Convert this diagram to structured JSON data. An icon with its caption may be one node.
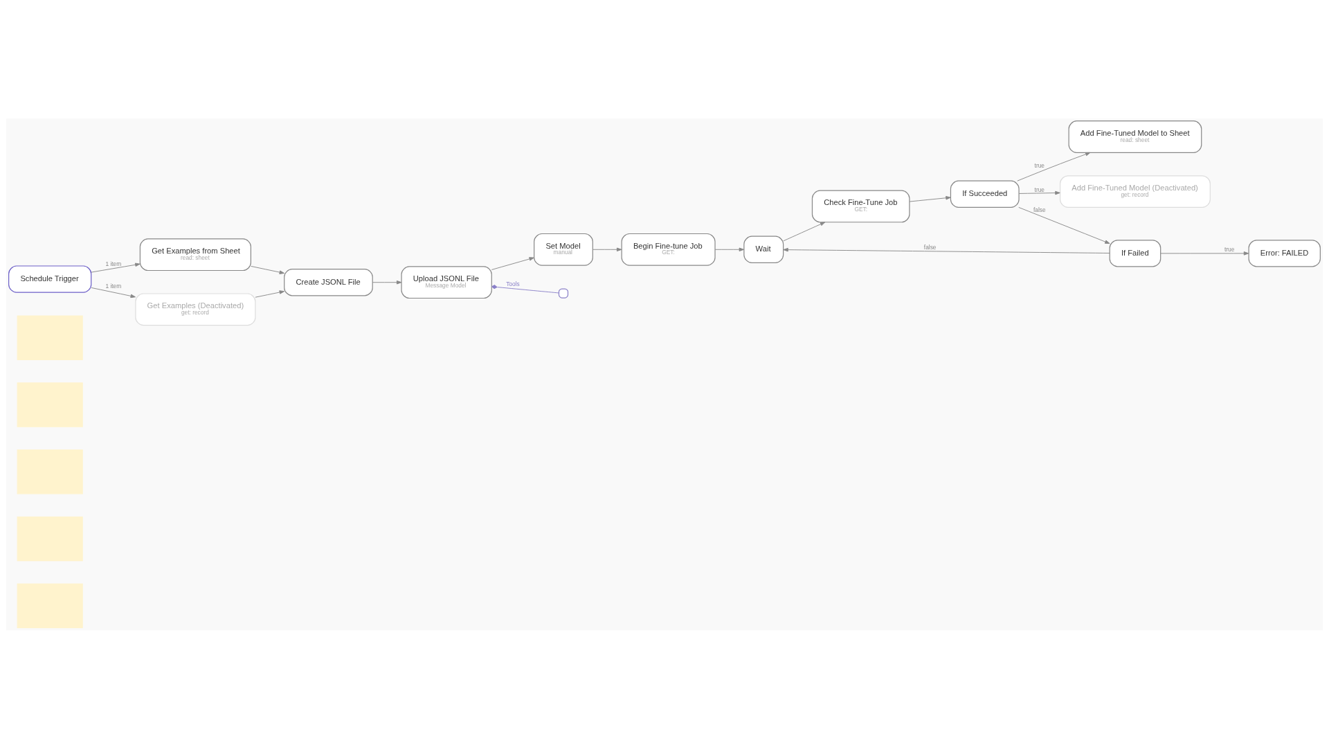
{
  "diagram": {
    "nodes": [
      {
        "text": [],
        "shape": "box"
      },
      {
        "text": [],
        "shape": "box"
      },
      {
        "text": [],
        "shape": "box"
      },
      {
        "text": [],
        "shape": "box"
      },
      {
        "text": [],
        "shape": "box"
      },
      {
        "text": [
          "Schedule Trigger"
        ]
      },
      {
        "text": [
          "Get Examples from Sheet",
          "read: sheet"
        ]
      },
      {
        "text": [
          "Get Examples (Deactivated)",
          "get: record"
        ]
      },
      {
        "text": [
          "Create JSONL File"
        ]
      },
      {
        "text": [
          "Upload JSONL File",
          "Message Model"
        ]
      },
      {
        "text": [
          "Set Model",
          "manual"
        ]
      },
      {
        "text": [
          "Begin Fine-tune Job",
          "GET:"
        ]
      },
      {
        "text": [
          "Wait"
        ]
      },
      {
        "text": [
          "Check Fine-Tune Job",
          "GET:"
        ]
      },
      {
        "text": [
          "If Succeeded"
        ]
      },
      {
        "text": [
          "If Failed"
        ]
      },
      {
        "text": [
          "Error: FAILED"
        ]
      },
      {
        "text": [
          "Add Fine-Tuned Model to Sheet",
          "read: sheet"
        ]
      },
      {
        "text": [
          "Add Fine-Tuned Model (Deactivated)",
          "get: record"
        ]
      },
      {
        "text": [],
        "shape": "box"
      }
    ],
    "edges": [
      {
        "from": 5,
        "to": 6,
        "arrow": "to",
        "label": "1 item"
      },
      {
        "from": 5,
        "to": 7,
        "arrow": "to",
        "label": "1 item"
      },
      {
        "from": 6,
        "to": 8,
        "arrow": "to"
      },
      {
        "from": 7,
        "to": 8,
        "arrow": "to"
      },
      {
        "from": 8,
        "to": 9,
        "arrow": "to"
      },
      {
        "from": 9,
        "to": 19,
        "arrow": "other",
        "label": "Tools"
      },
      {
        "from": 9,
        "to": 10,
        "arrow": "to"
      },
      {
        "from": 10,
        "to": 11,
        "arrow": "to"
      },
      {
        "from": 11,
        "to": 12,
        "arrow": "to"
      },
      {
        "from": 12,
        "to": 13,
        "arrow": "to"
      },
      {
        "from": 13,
        "to": 14,
        "arrow": "to"
      },
      {
        "from": 14,
        "to": 17,
        "arrow": "to",
        "label": "true"
      },
      {
        "from": 14,
        "to": 18,
        "arrow": "to",
        "label": "true"
      },
      {
        "from": 14,
        "to": 15,
        "arrow": "to",
        "label": "false"
      },
      {
        "from": 15,
        "to": 16,
        "arrow": "to",
        "label": "true"
      },
      {
        "from": 15,
        "to": 12,
        "arrow": "to",
        "label": "false"
      }
    ]
  }
}
